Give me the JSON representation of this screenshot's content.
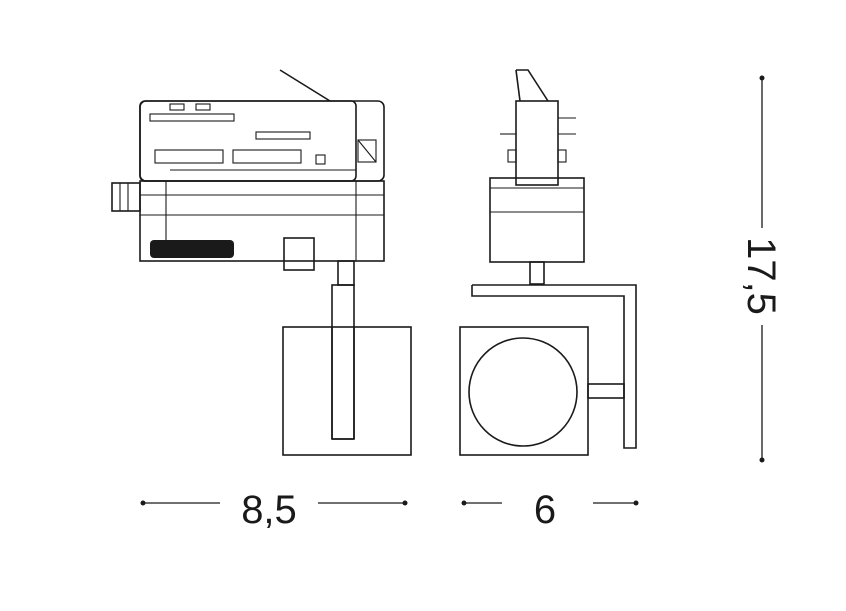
{
  "dimensions": {
    "width_label": "8,5",
    "depth_label": "6",
    "height_label": "17,5"
  },
  "colors": {
    "stroke": "#1a1a1a",
    "background": "#ffffff"
  }
}
